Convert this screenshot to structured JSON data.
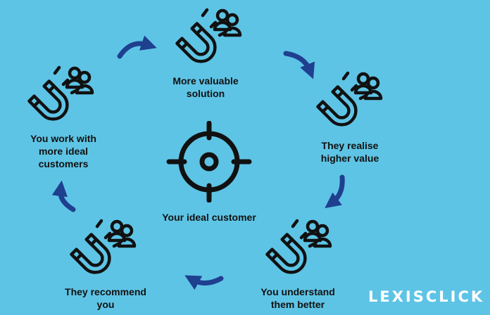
{
  "center_label": "Your ideal customer",
  "steps": [
    "More valuable solution",
    "They realise higher value",
    "You understand them better",
    "They recommend you",
    "You work with more ideal customers"
  ],
  "step_lines": [
    [
      "More valuable",
      "solution"
    ],
    [
      "They realise",
      "higher value"
    ],
    [
      "You understand",
      "them better"
    ],
    [
      "They recommend",
      "you"
    ],
    [
      "You work with",
      "more ideal",
      "customers"
    ]
  ],
  "brand": "LEXISCLICK",
  "icons": {
    "center": "target-crosshair-icon",
    "step": "magnet-people-icon",
    "flow": "curved-arrow-icon"
  },
  "colors": {
    "background": "#5ec4e5",
    "arrow": "#1f3f8f",
    "icon": "#111111",
    "brand": "#ffffff"
  }
}
